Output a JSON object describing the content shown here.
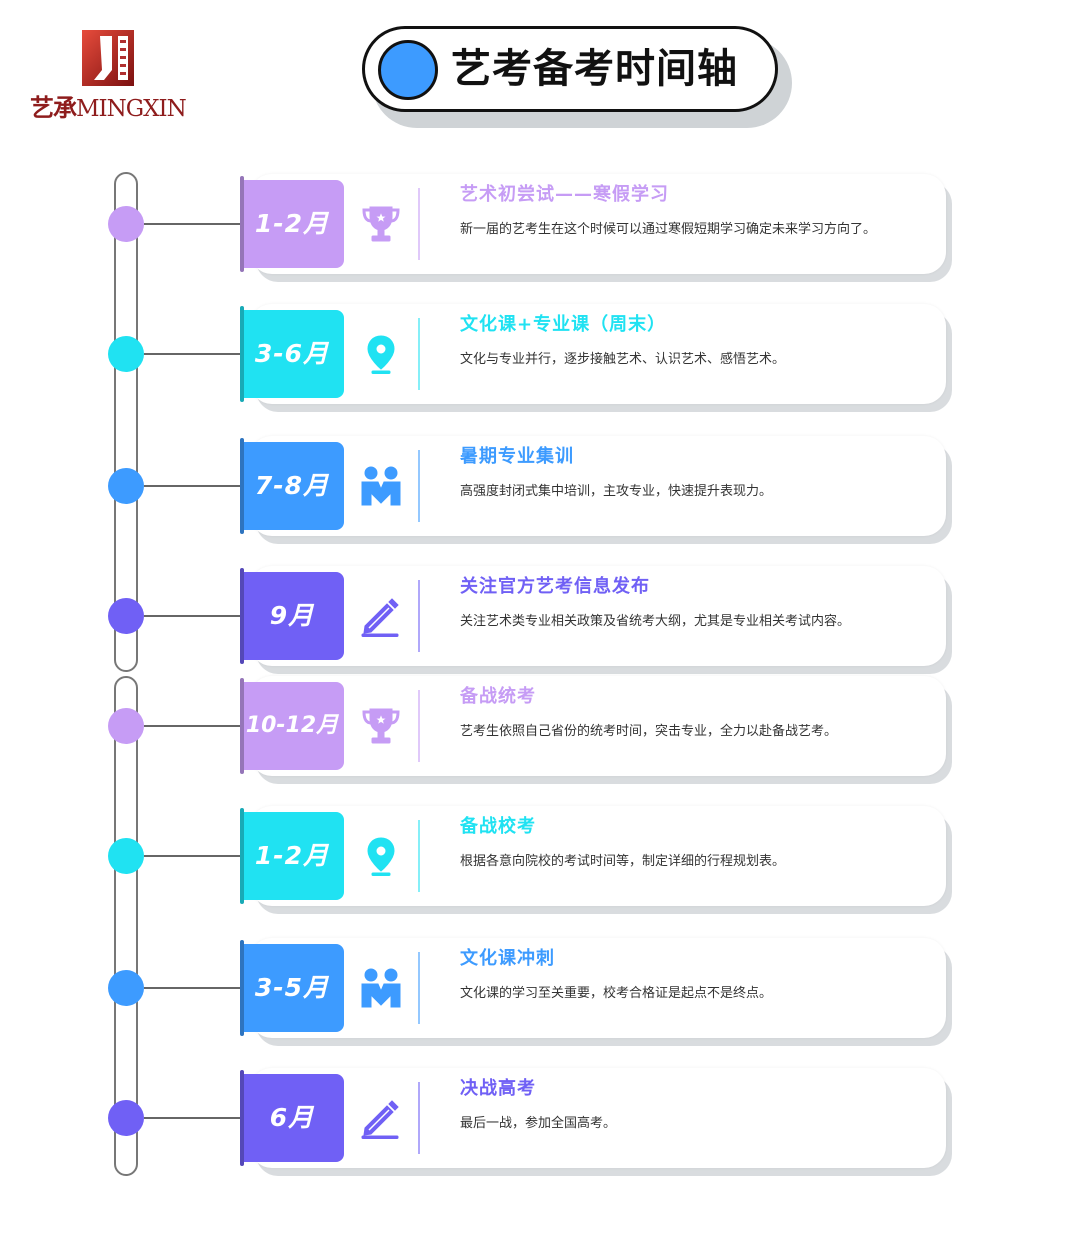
{
  "logo": {
    "cn": "艺承",
    "en": "MINGXIN"
  },
  "title": "艺考备考时间轴",
  "colors": {
    "purple_light": "#c69cf5",
    "cyan": "#20e2f2",
    "blue": "#3d9bff",
    "indigo": "#7060f5",
    "title_dot": "#3d9bff"
  },
  "items": [
    {
      "month": "1-2月",
      "title": "艺术初尝试——寒假学习",
      "desc": "新一届的艺考生在这个时候可以通过寒假短期学习确定未来学习方向了。",
      "icon": "trophy-icon",
      "color": "#c69cf5"
    },
    {
      "month": "3-6月",
      "title": "文化课+专业课（周末）",
      "desc": "文化与专业并行，逐步接触艺术、认识艺术、感悟艺术。",
      "icon": "map-pin-icon",
      "color": "#20e2f2"
    },
    {
      "month": "7-8月",
      "title": "暑期专业集训",
      "desc": "高强度封闭式集中培训，主攻专业，快速提升表现力。",
      "icon": "people-icon",
      "color": "#3d9bff"
    },
    {
      "month": "9月",
      "title": "关注官方艺考信息发布",
      "desc": "关注艺术类专业相关政策及省统考大纲，尤其是专业相关考试内容。",
      "icon": "pencil-icon",
      "color": "#7060f5"
    },
    {
      "month": "10-12月",
      "title": "备战统考",
      "desc": "艺考生依照自己省份的统考时间，突击专业，全力以赴备战艺考。",
      "icon": "trophy-icon",
      "color": "#c69cf5"
    },
    {
      "month": "1-2月",
      "title": "备战校考",
      "desc": "根据各意向院校的考试时间等，制定详细的行程规划表。",
      "icon": "map-pin-icon",
      "color": "#20e2f2"
    },
    {
      "month": "3-5月",
      "title": "文化课冲刺",
      "desc": "文化课的学习至关重要，校考合格证是起点不是终点。",
      "icon": "people-icon",
      "color": "#3d9bff"
    },
    {
      "month": "6月",
      "title": "决战高考",
      "desc": "最后一战，参加全国高考。",
      "icon": "pencil-icon",
      "color": "#7060f5"
    }
  ]
}
